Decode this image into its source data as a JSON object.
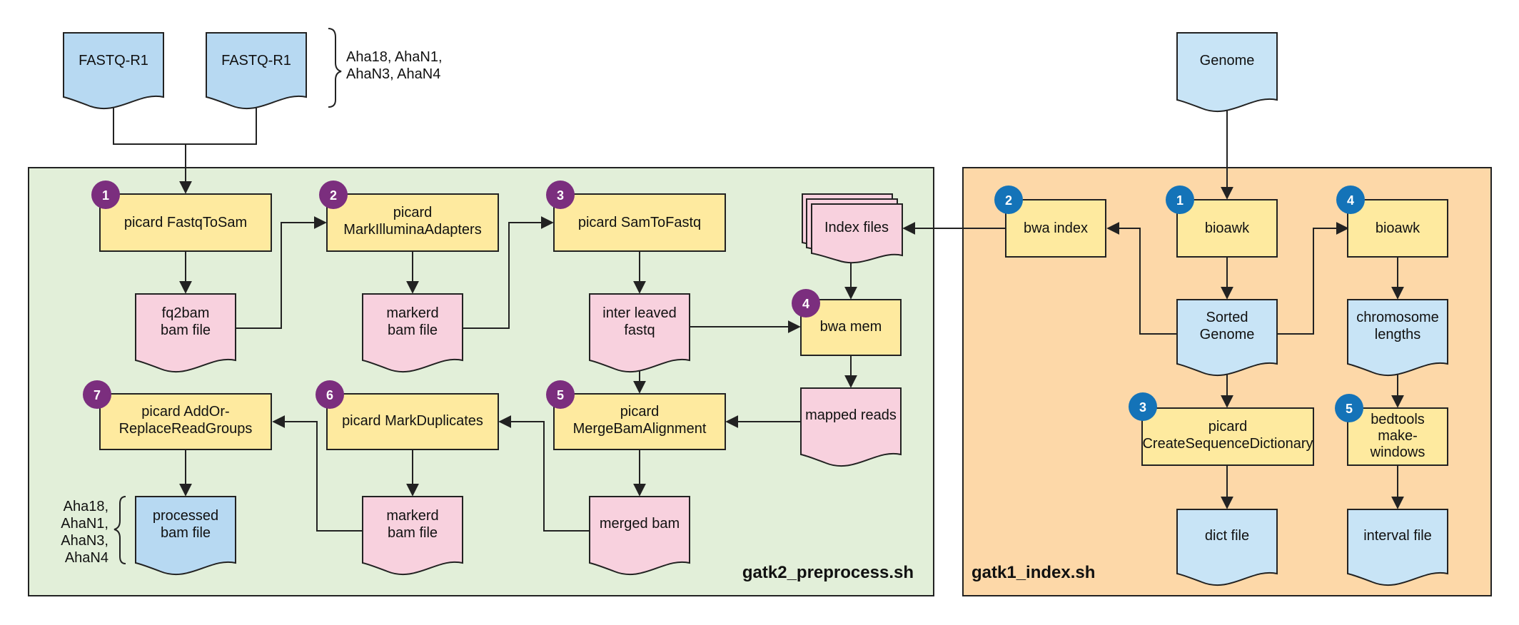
{
  "panels": {
    "preprocess_title": "gatk2_preprocess.sh",
    "index_title": "gatk1_index.sh"
  },
  "inputs": {
    "fastq_a": "FASTQ-R1",
    "fastq_b": "FASTQ-R1",
    "samples_line1": "Aha18, AhaN1,",
    "samples_line2": "AhaN3, AhaN4",
    "genome": "Genome"
  },
  "preprocess": {
    "step1": {
      "badge": "1",
      "label": "picard  FastqToSam"
    },
    "fq2bam": {
      "line1": "fq2bam",
      "line2": "bam file"
    },
    "step2": {
      "badge": "2",
      "line1": "picard",
      "line2": "MarkIlluminaAdapters"
    },
    "markerd1": {
      "line1": "markerd",
      "line2": "bam file"
    },
    "step3": {
      "badge": "3",
      "label": "picard  SamToFastq"
    },
    "interleaved": {
      "line1": "inter leaved",
      "line2": "fastq"
    },
    "index_files": "Index files",
    "step4": {
      "badge": "4",
      "label": "bwa mem"
    },
    "mapped": "mapped reads",
    "step5": {
      "badge": "5",
      "line1": "picard",
      "line2": "MergeBamAlignment"
    },
    "merged": "merged bam",
    "step6": {
      "badge": "6",
      "label": "picard MarkDuplicates"
    },
    "markerd2": {
      "line1": "markerd",
      "line2": "bam file"
    },
    "step7": {
      "badge": "7",
      "line1": "picard AddOr-",
      "line2": "ReplaceReadGroups"
    },
    "processed": {
      "line1": "processed",
      "line2": "bam file"
    },
    "out_samples": {
      "l1": "Aha18,",
      "l2": "AhaN1,",
      "l3": "AhaN3,",
      "l4": "AhaN4"
    }
  },
  "index": {
    "step1": {
      "badge": "1",
      "label": "bioawk"
    },
    "step2": {
      "badge": "2",
      "label": "bwa index"
    },
    "sorted": {
      "line1": "Sorted",
      "line2": "Genome"
    },
    "step3": {
      "badge": "3",
      "line1": "picard",
      "line2": "CreateSequenceDictionary"
    },
    "dict": "dict file",
    "step4": {
      "badge": "4",
      "label": "bioawk"
    },
    "chrom": {
      "line1": "chromosome",
      "line2": "lengths"
    },
    "step5": {
      "badge": "5",
      "line1": "bedtools",
      "line2": "make-",
      "line3": "windows"
    },
    "interval": "interval file"
  },
  "colors": {
    "preprocess_bg": "#e2efd9",
    "index_bg": "#fdd8a8",
    "process_box": "#feea9f",
    "pink_doc": "#f8d1de",
    "blue_doc": "#b7d9f2",
    "badge_purple": "#7b2e7e",
    "badge_blue": "#1473b8"
  }
}
